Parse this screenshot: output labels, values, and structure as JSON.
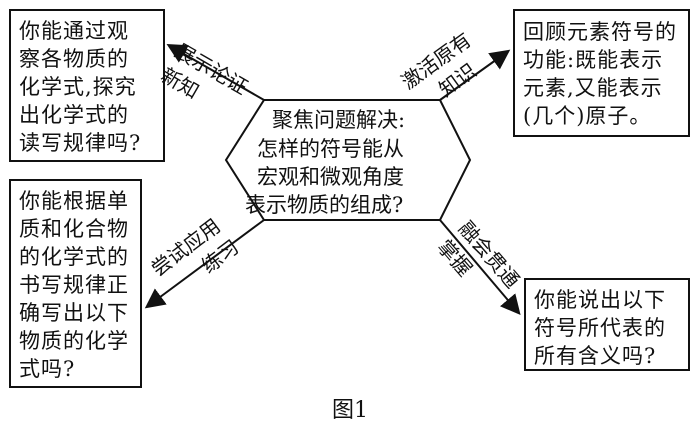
{
  "center": {
    "lines": [
      "聚焦问题解决:",
      "怎样的符号能从",
      "宏观和微观角度",
      "表示物质的组成?"
    ]
  },
  "boxes": {
    "top_left": {
      "lines": [
        "你能通过观",
        "察各物质的",
        "化学式,探究",
        "出化学式的",
        "读写规律吗?"
      ],
      "arrow_label": [
        "展示论证",
        "新知"
      ]
    },
    "top_right": {
      "lines": [
        "回顾元素符号的",
        "功能:既能表示",
        "元素,又能表示",
        "(几个)原子。"
      ],
      "arrow_label": [
        "激活原有",
        "知识"
      ]
    },
    "bottom_left": {
      "lines": [
        "你能根据单",
        "质和化合物",
        "的化学式的",
        "书写规律正",
        "确写出以下",
        "物质的化学",
        "式吗?"
      ],
      "arrow_label": [
        "尝试应用",
        "练习"
      ]
    },
    "bottom_right": {
      "lines": [
        "你能说出以下",
        "符号所代表的",
        "所有含义吗?"
      ],
      "arrow_label": [
        "融会贯通",
        "掌握"
      ]
    }
  },
  "caption": "图1"
}
